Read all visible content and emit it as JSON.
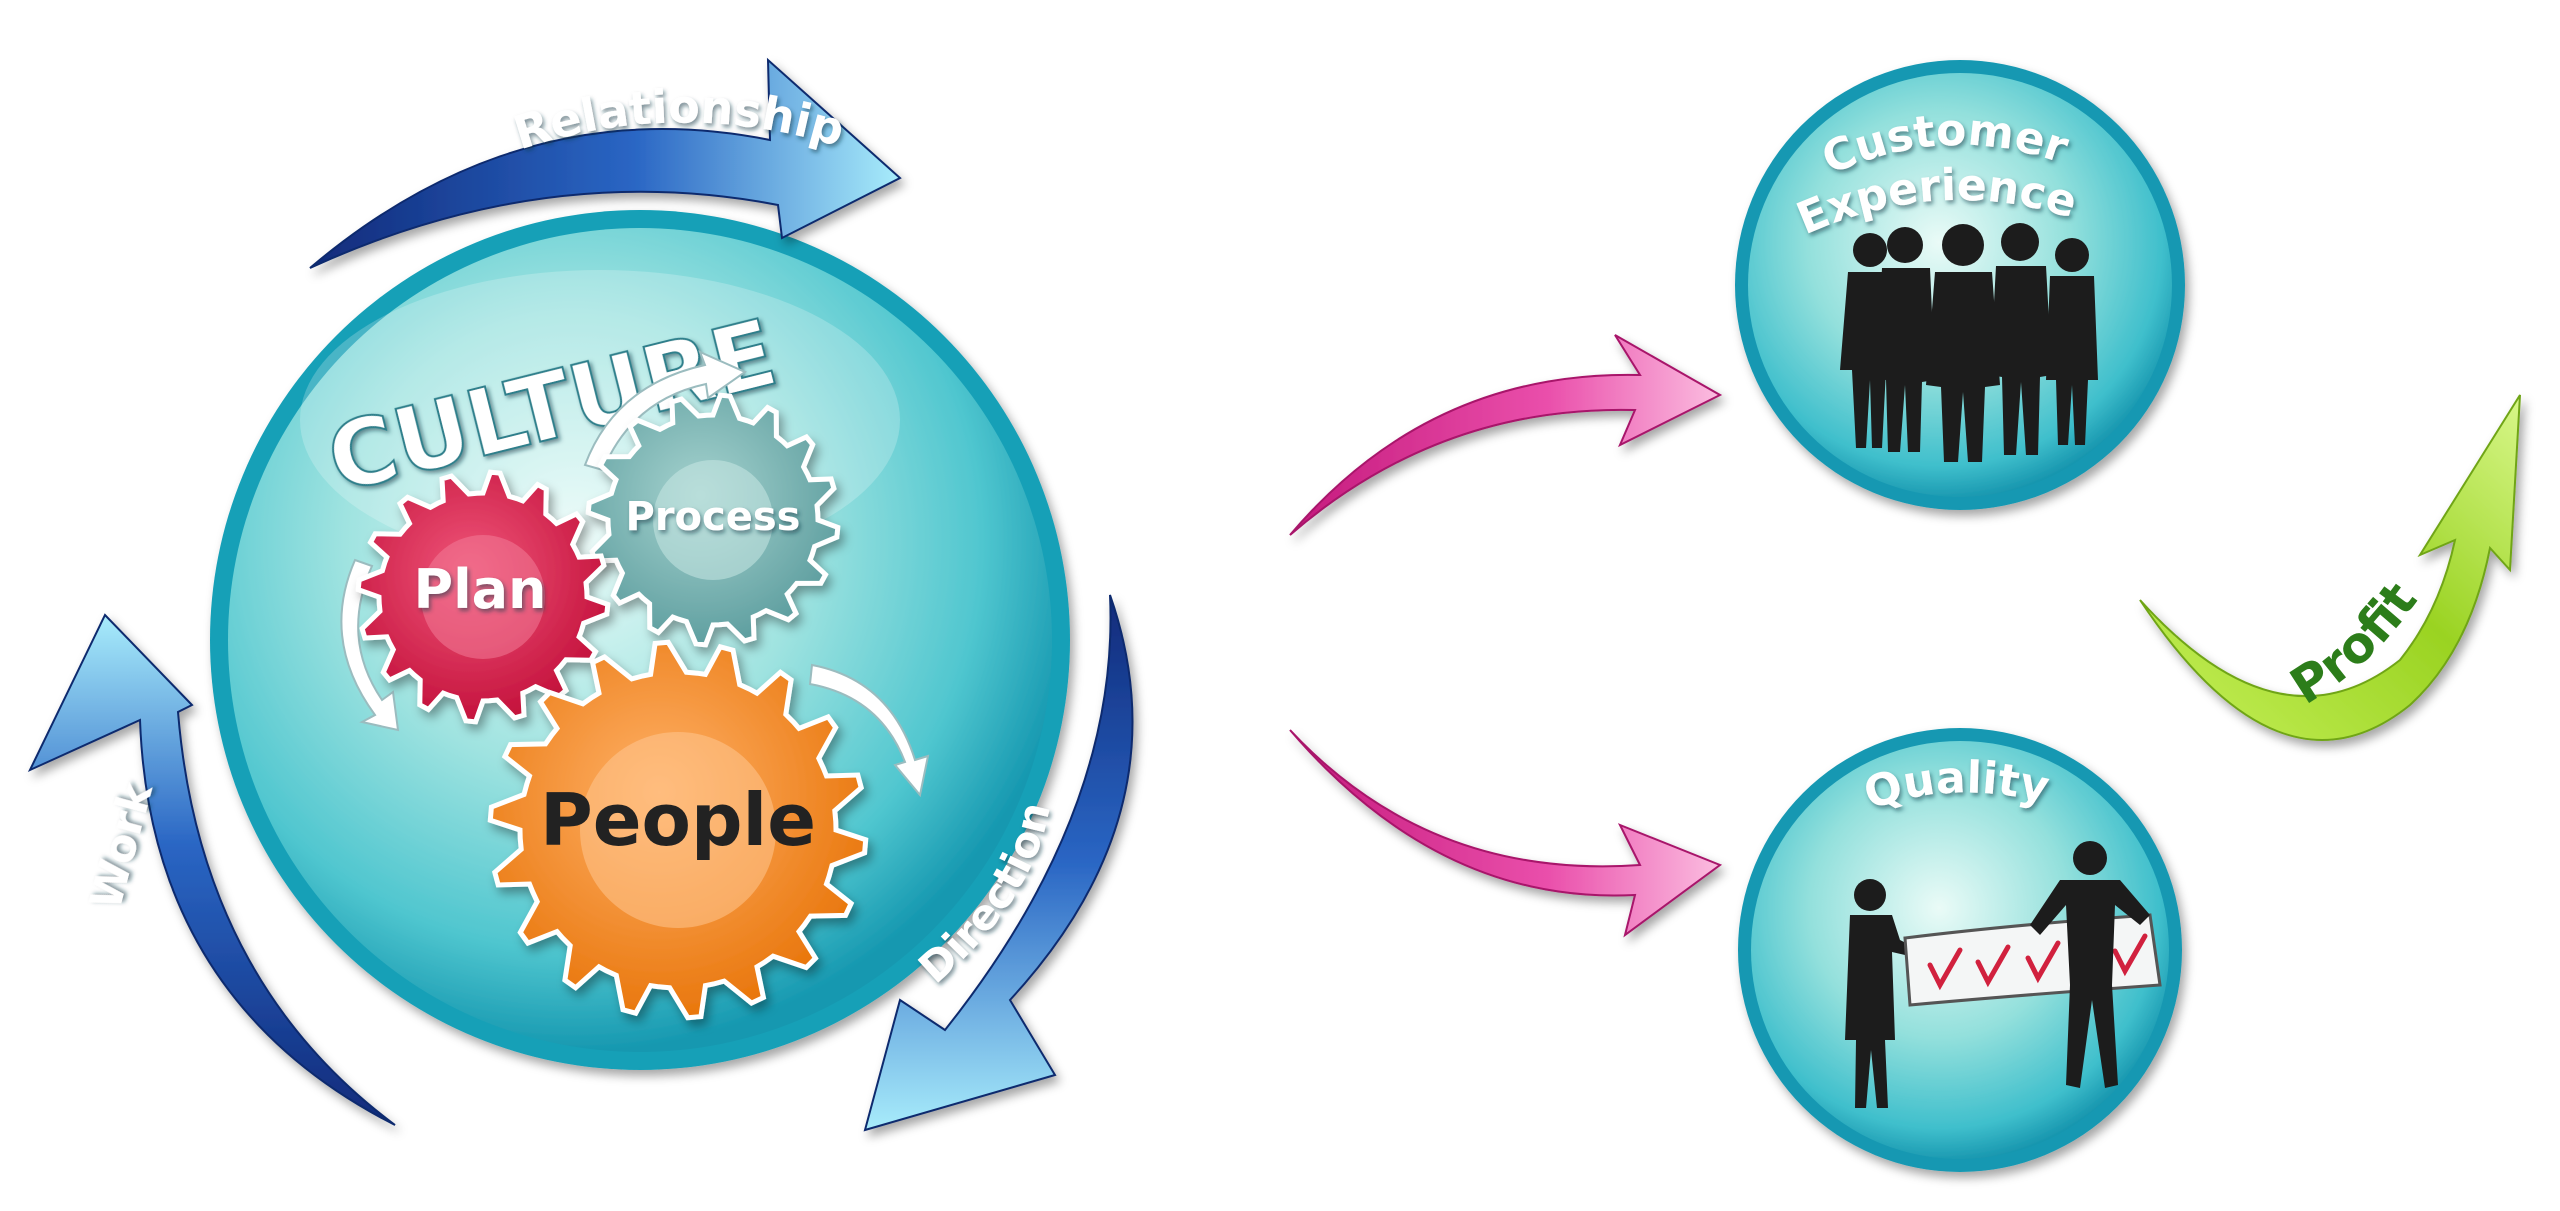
{
  "left_cycle": {
    "culture_label": "CULTURE",
    "gears": {
      "plan": "Plan",
      "process": "Process",
      "people": "People"
    },
    "arrows": {
      "relationship": "Relationship",
      "work": "Work",
      "direction": "Direction"
    }
  },
  "outcomes": {
    "customer_experience": {
      "line1": "Customer",
      "line2": "Experience"
    },
    "quality": "Quality",
    "profit": "Profit"
  },
  "colors": {
    "sphere": "#5fd0d3",
    "sphere_rim": "#1fa7b8",
    "blue_arrow": "#1f3f9b",
    "blue_arrow_light": "#9ee3f7",
    "magenta_arrow": "#e0399b",
    "green_arrow": "#9fd62a",
    "plan_gear": "#d81e4a",
    "process_gear": "#7ab8b6",
    "people_gear": "#f28a1e"
  },
  "icons": [
    "people-silhouette-icon",
    "banner-checkmarks-icon",
    "gear-icon"
  ]
}
